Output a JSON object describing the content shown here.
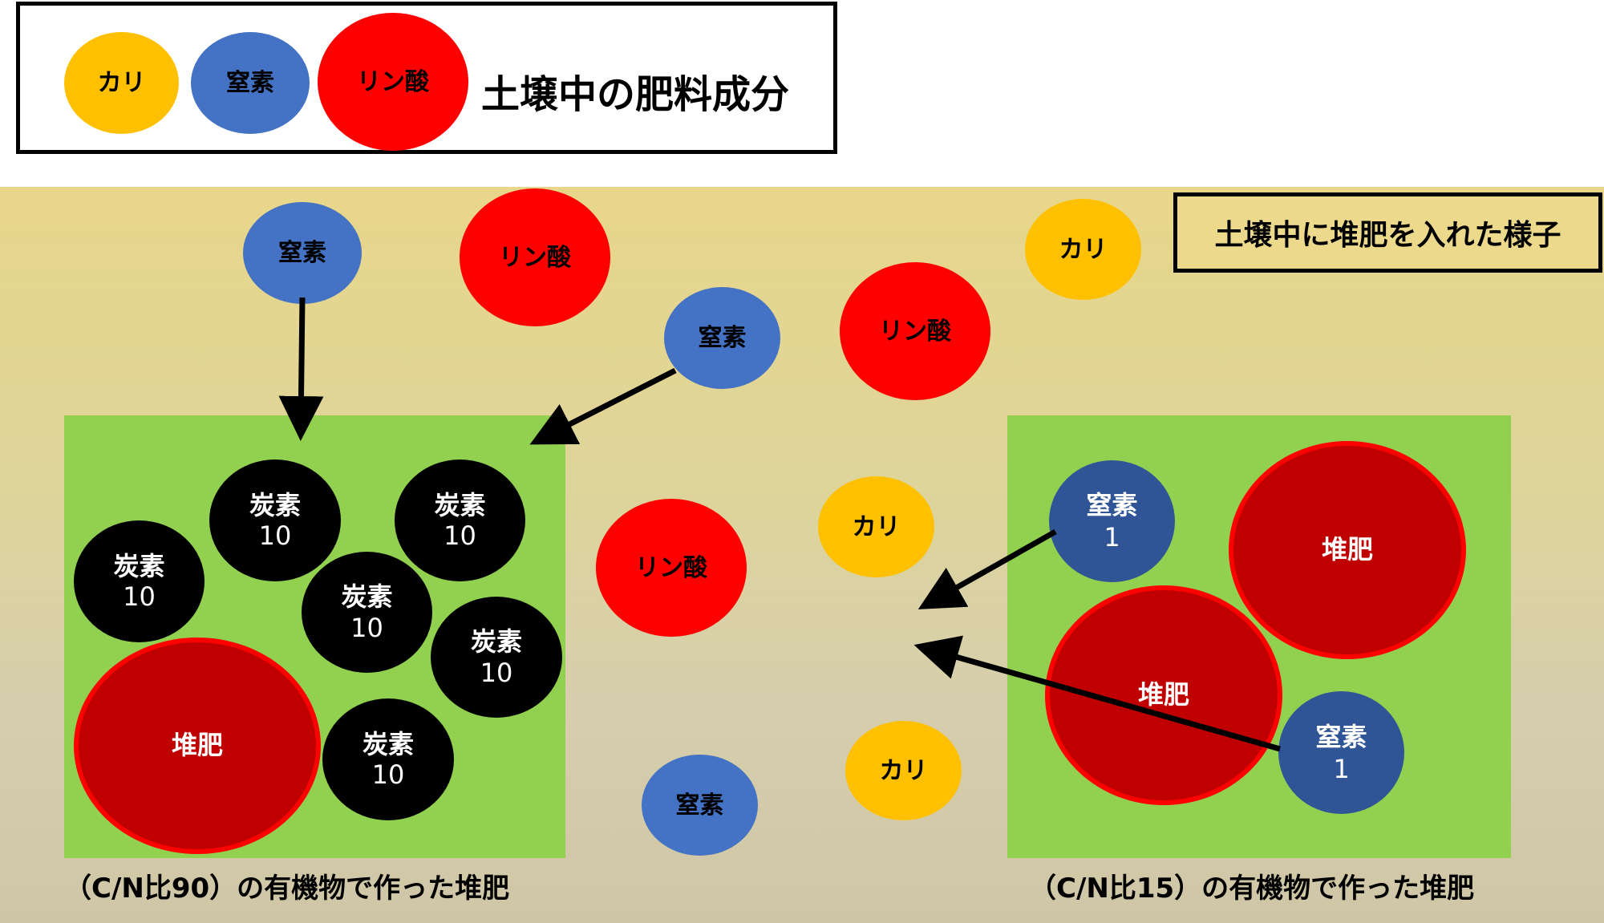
{
  "legend": {
    "title": "土壌中の肥料成分",
    "potassium": "カリ",
    "nitrogen": "窒素",
    "phosphate": "リン酸"
  },
  "scene_label": "土壌中に堆肥を入れた様子",
  "nutrients": {
    "n_top": "窒素",
    "p_top": "リン酸",
    "n_mid": "窒素",
    "k_top": "カリ",
    "p_right": "リン酸",
    "p_center": "リン酸",
    "k_center": "カリ",
    "k_bottom": "カリ",
    "n_bottom": "窒素"
  },
  "left_compost": {
    "carbon_label": "炭素",
    "carbon_value": "10",
    "compost_label": "堆肥",
    "caption": "（C/N比90）の有機物で作った堆肥"
  },
  "right_compost": {
    "nitrogen_label": "窒素",
    "nitrogen_value": "1",
    "compost_label": "堆肥",
    "caption": "（C/N比15）の有機物で作った堆肥"
  },
  "colors": {
    "potassium": "#ffc000",
    "nitrogen": "#4472c4",
    "phosphate": "#ff0000",
    "carbon": "#000000",
    "compost": "#c00000",
    "compost_zone": "#92d050",
    "soil": "#e8d68a"
  }
}
